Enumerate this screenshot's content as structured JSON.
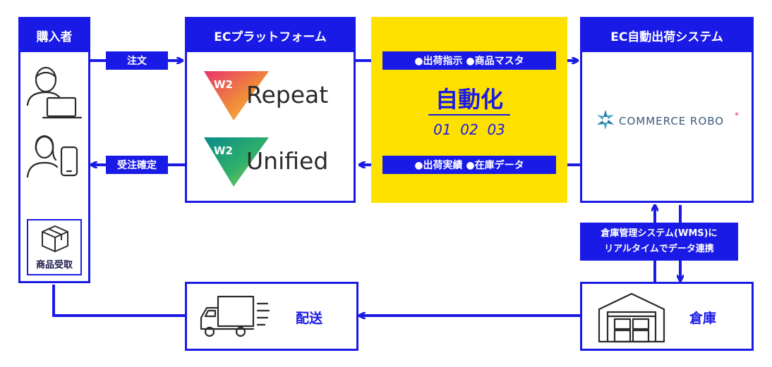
{
  "boxes": {
    "buyer": {
      "title": "購入者",
      "receive_label": "商品受取"
    },
    "platform": {
      "title": "ECプラットフォーム",
      "logo1_badge": "W2",
      "logo1_text": "Repeat",
      "logo2_badge": "W2",
      "logo2_text": "Unified"
    },
    "robot": {
      "title": "EC自動出荷システム",
      "logo_text": "COMMERCE ROBO",
      "logo_mark": "*"
    },
    "auto": {
      "title": "自動化",
      "steps": "01  02  03"
    },
    "delivery": {
      "label": "配送"
    },
    "warehouse": {
      "label": "倉庫"
    }
  },
  "arrows": {
    "order": "注文",
    "confirm": "受注確定",
    "to_robot": "●出荷指示 ●商品マスタ",
    "from_robot": "●出荷実績 ●在庫データ",
    "wms_line1": "倉庫管理システム(WMS)に",
    "wms_line2": "リアルタイムでデータ連携"
  },
  "colors": {
    "primary": "#1a1ae6",
    "accent": "#ffe100"
  }
}
